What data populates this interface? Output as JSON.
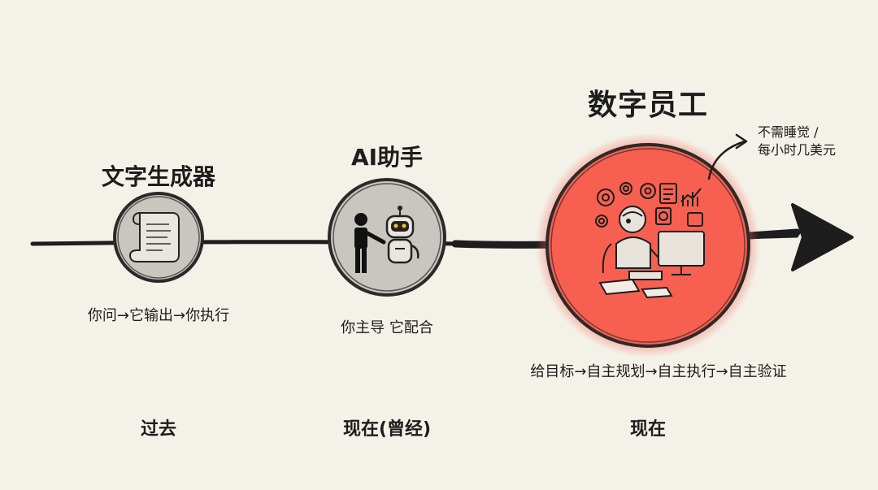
{
  "stages": [
    {
      "title": "文字生成器",
      "description": "你问→它输出→你执行",
      "era": "过去",
      "icon": "scroll-icon"
    },
    {
      "title": "AI助手",
      "description": "你主导 它配合",
      "era": "现在(曾经)",
      "icon": "person-robot-icon"
    },
    {
      "title": "数字员工",
      "description": "给目标→自主规划→自主执行→自主验证",
      "era": "现在",
      "icon": "robot-workstation-icon"
    }
  ],
  "callout": {
    "line1": "不需睡觉 /",
    "line2": "每小时几美元"
  },
  "colors": {
    "background": "#f4f1e8",
    "highlight": "#f76050",
    "ink": "#1d1d1d",
    "node_fill": "#c9c6c0"
  }
}
